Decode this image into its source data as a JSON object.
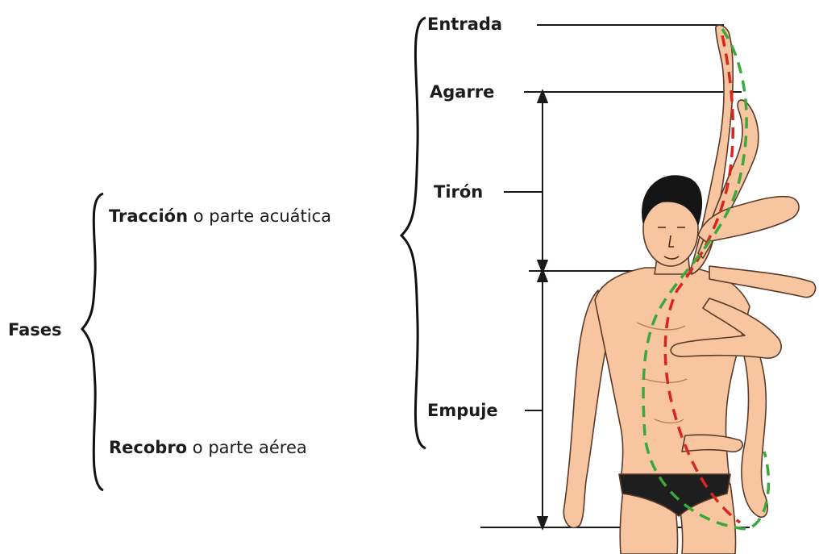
{
  "fases": "Fases",
  "traccion": {
    "term": "Tracción",
    "rest": "o parte acuática"
  },
  "recobro": {
    "term": "Recobro",
    "rest": "o parte aérea"
  },
  "phases": {
    "entrada": "Entrada",
    "agarre": "Agarre",
    "tiron": "Tirón",
    "empuje": "Empuje"
  },
  "colors": {
    "line": "#1a1a1a",
    "skin": "#f7c6a0",
    "skin_shade": "#e7a47e",
    "hair": "#151515",
    "trunks": "#1e1e1e",
    "path_red": "#d8261f",
    "path_green": "#3aa83a"
  }
}
